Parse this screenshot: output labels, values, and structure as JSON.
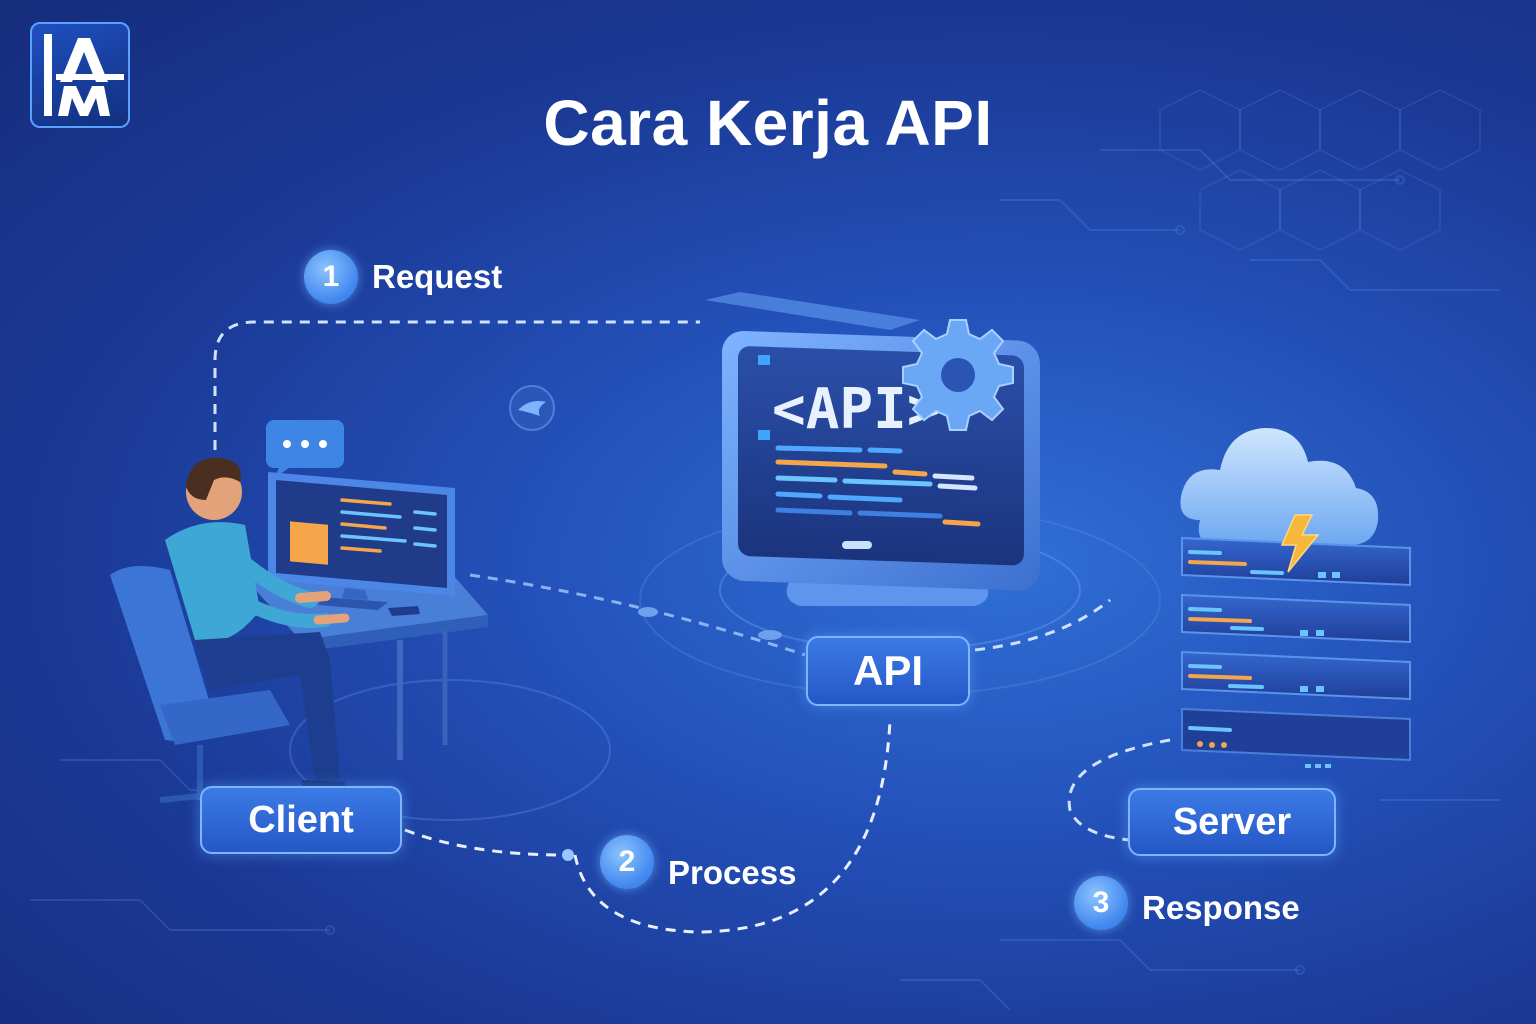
{
  "logo": {
    "line1": "IA",
    "line2": "M"
  },
  "title": "Cara Kerja API",
  "monitor_text": "<API>",
  "steps": [
    {
      "number": "1",
      "label": "Request"
    },
    {
      "number": "2",
      "label": "Process"
    },
    {
      "number": "3",
      "label": "Response"
    }
  ],
  "nodes": {
    "client": "Client",
    "api": "API",
    "server": "Server"
  },
  "colors": {
    "accent": "#3f86ee",
    "bg_dark": "#162c7c",
    "code_orange": "#f5a54a",
    "bolt": "#f6b73c"
  },
  "icons": [
    "gear-icon",
    "cloud-icon",
    "lightning-icon",
    "chat-bubble-icon",
    "bird-icon"
  ]
}
